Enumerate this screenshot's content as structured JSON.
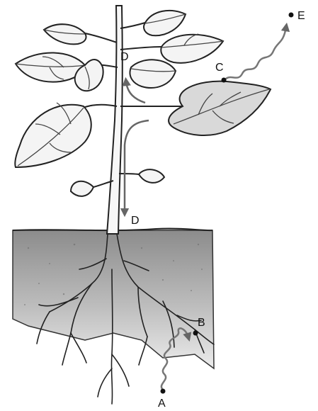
{
  "diagram": {
    "labels": {
      "a": "A",
      "b": "B",
      "c": "C",
      "d_upper": "D",
      "d_lower": "D",
      "e": "E"
    },
    "colors": {
      "soil_top": "#8c8c8c",
      "soil_bottom": "#e6e6e6",
      "arrow": "#777777",
      "outline": "#222222"
    }
  }
}
